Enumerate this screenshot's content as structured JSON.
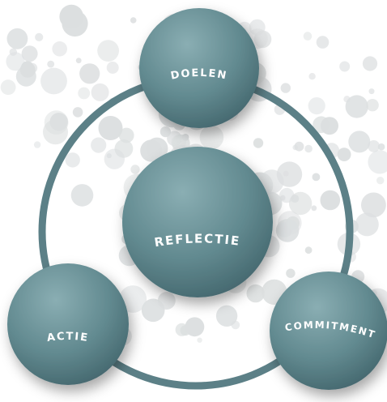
{
  "diagram": {
    "nodes": [
      {
        "id": "doelen",
        "label": "DOELEN"
      },
      {
        "id": "reflectie",
        "label": "REFLECTIE"
      },
      {
        "id": "actie",
        "label": "ACTIE"
      },
      {
        "id": "commitment",
        "label": "COMMITMENT"
      }
    ],
    "colors": {
      "node_light": "#8aaeb3",
      "node_dark": "#466a71",
      "ring": "#5c8087",
      "dots": "#dcdfe0",
      "label": "#ffffff"
    }
  }
}
